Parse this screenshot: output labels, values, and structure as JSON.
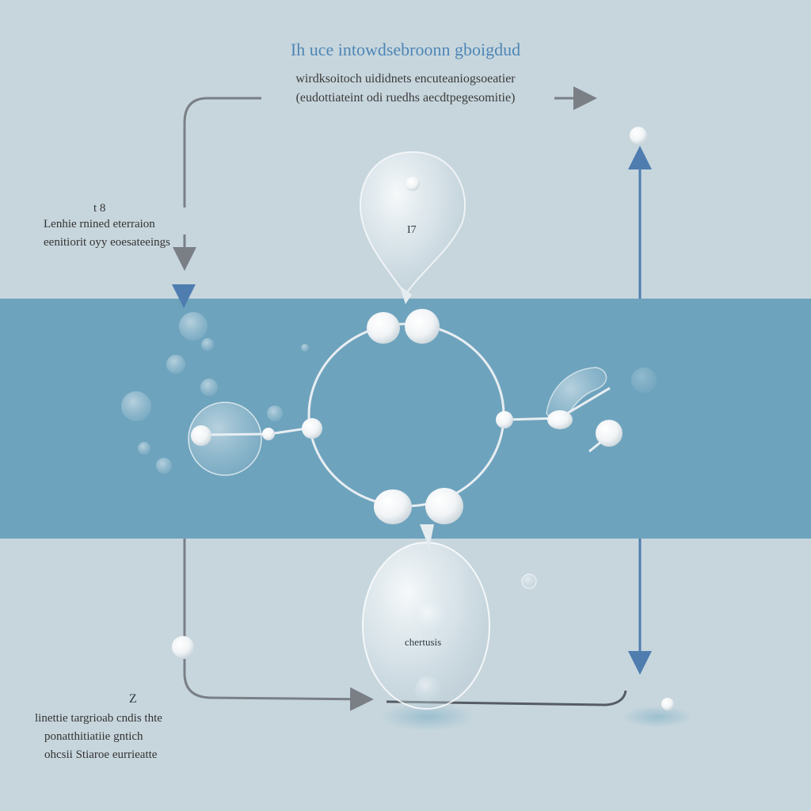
{
  "title": "Ih uce intowdsebroonn gboigdud",
  "subtitle_line1": "wirdksoitoch uididnets encuteaniogsoeatier",
  "subtitle_line2": "(eudottiateint odi ruedhs aecdtpegesomitie)",
  "top_left": {
    "number": "t 8",
    "line1": "Lenhie rnined eterraion",
    "line2": "eenitiorit oyy eoesateeings"
  },
  "top_drop_label": "I7",
  "bottom_drop_label": "chertusis",
  "bottom_left": {
    "number": "Z",
    "line1": "linettie targrioab cndis thte",
    "line2": "ponatthitiatiie gntich",
    "line3": "ohcsii Stiaroe eurrieatte"
  },
  "colors": {
    "background": "#c7d6dd",
    "band": "#6ea3bd",
    "title": "#4e86b6",
    "arrow_gray": "#7a7f86",
    "arrow_blue": "#4f7db0",
    "ring": "#e8eef2"
  }
}
